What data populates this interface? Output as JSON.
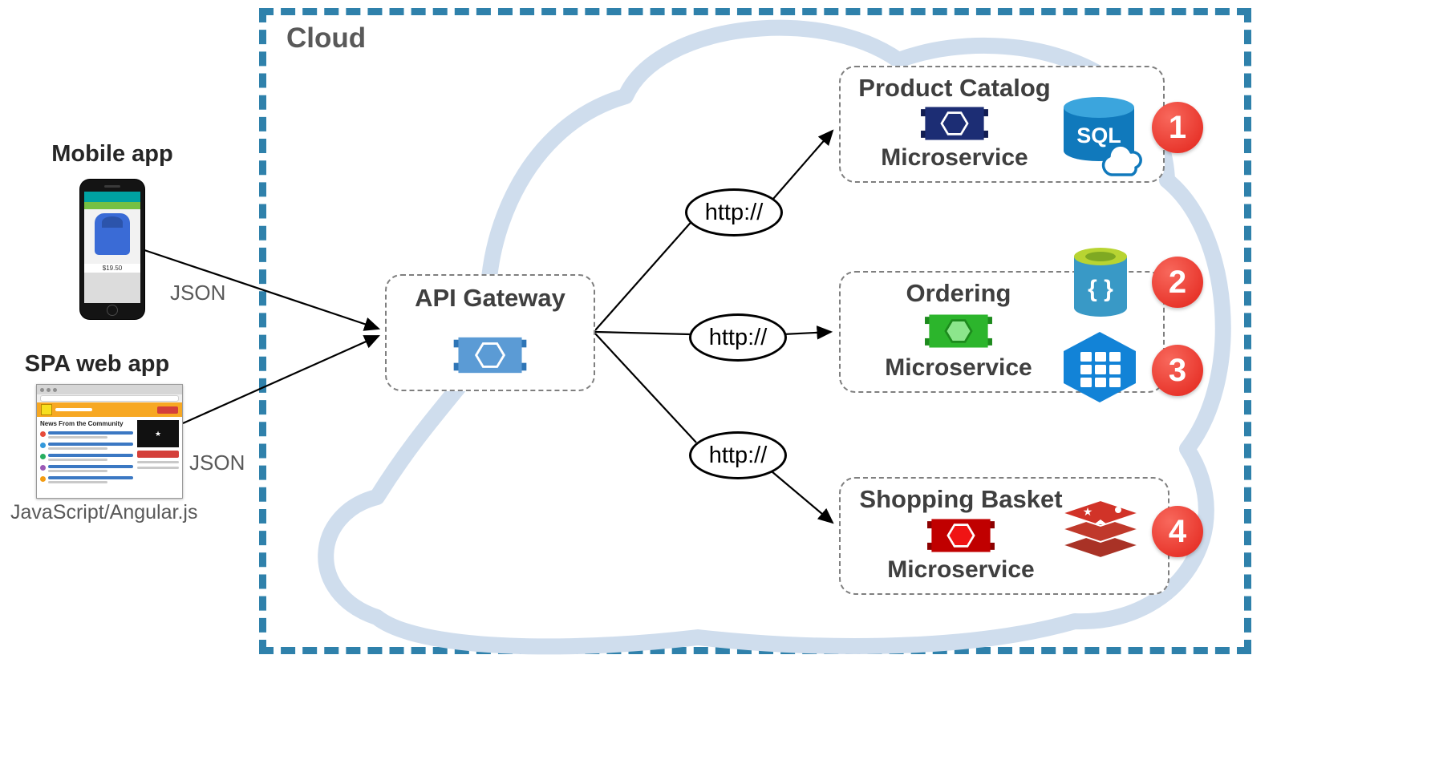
{
  "cloud": {
    "label": "Cloud"
  },
  "http_label": "http://",
  "clients": {
    "mobile": {
      "label": "Mobile app",
      "arrow_label": "JSON",
      "screen_price": "$19.50"
    },
    "spa": {
      "label": "SPA web app",
      "tech": "JavaScript/Angular.js",
      "arrow_label": "JSON",
      "page_heading": "News From the Community"
    }
  },
  "gateway": {
    "title": "API Gateway",
    "icon": {
      "name": "api-gateway-service-icon",
      "body": "#5b9bd5",
      "tab": "#2e75b6",
      "hex_fill": "#5b9bd5",
      "hex_stroke": "#ffffff"
    }
  },
  "services": [
    {
      "title": "Product Catalog",
      "subtitle": "Microservice",
      "badge": "1",
      "icon": {
        "name": "product-catalog-service-icon",
        "body": "#1c2d74",
        "tab": "#121d52",
        "hex_fill": "#1c2d74",
        "hex_stroke": "#ffffff"
      },
      "datastore": {
        "icon": "sql-database-icon",
        "label": "SQL"
      }
    },
    {
      "title": "Ordering",
      "subtitle": "Microservice",
      "icon": {
        "name": "ordering-service-icon",
        "body": "#2cb52c",
        "tab": "#1d8a1d",
        "hex_fill": "#8ce68c",
        "hex_stroke": "#1d8a1d"
      },
      "datastores": [
        {
          "icon": "document-db-icon",
          "glyph": "{ }",
          "badge": "2"
        },
        {
          "icon": "table-storage-icon",
          "badge": "3"
        }
      ]
    },
    {
      "title": "Shopping Basket",
      "subtitle": "Microservice",
      "badge": "4",
      "icon": {
        "name": "shopping-basket-service-icon",
        "body": "#c00000",
        "tab": "#8c0000",
        "hex_fill": "#f01414",
        "hex_stroke": "#ffffff"
      },
      "datastore": {
        "icon": "redis-cache-icon"
      }
    }
  ],
  "colors": {
    "cloud_border": "#2f81ab",
    "cloud_outline": "#cfdded",
    "box_border": "#7f7f7f",
    "badge_red": "#e2231a",
    "title_text": "#3f3f3f",
    "muted_text": "#595959"
  }
}
